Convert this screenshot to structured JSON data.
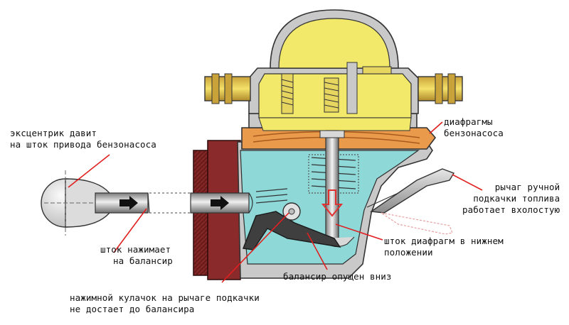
{
  "labels": {
    "eccentric": [
      "эксцентрик давит",
      "на шток привода бензонасоса"
    ],
    "rod_presses": [
      "шток нажимает",
      "на балансир"
    ],
    "cam": [
      "нажимной кулачок на рычаге подкачки",
      "не достает до балансира"
    ],
    "balancer": [
      "балансир опущен вниз"
    ],
    "diaphragm_rod": [
      "шток диафрагм в нижнем",
      "положении"
    ],
    "diaphragms": [
      "диафрагмы",
      "бензонасоса"
    ],
    "lever": [
      "рычаг ручной",
      "подкачки топлива",
      "работает вхолостую"
    ]
  },
  "colors": {
    "yellow": "#f2e86a",
    "cyan": "#8fd8d8",
    "orange": "#e89a4a",
    "gray": "#c8c8c8",
    "dark_red": "#7a1e1e",
    "leader_red": "#e02020",
    "arrow_red": "#e03030"
  }
}
